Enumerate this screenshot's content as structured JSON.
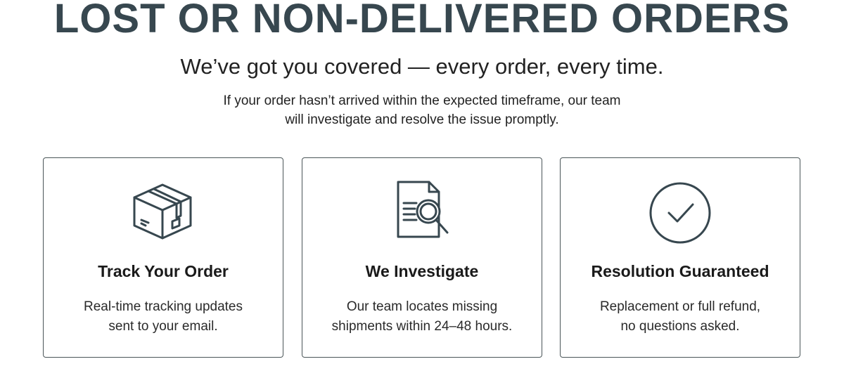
{
  "header": {
    "title": "LOST OR NON-DELIVERED ORDERS",
    "subtitle": "We’ve got you covered — every order, every time.",
    "intro_line1": "If your order hasn’t arrived within the expected timeframe, our team",
    "intro_line2": "will investigate and resolve the issue promptly."
  },
  "cards": [
    {
      "icon": "package-box-icon",
      "title": "Track Your Order",
      "line1": "Real-time tracking updates",
      "line2": "sent to your email."
    },
    {
      "icon": "document-search-icon",
      "title": "We Investigate",
      "line1": "Our team locates missing",
      "line2": "shipments within 24–48 hours."
    },
    {
      "icon": "checkmark-circle-icon",
      "title": "Resolution Guaranteed",
      "line1": "Replacement or full refund,",
      "line2": "no questions asked."
    }
  ],
  "colors": {
    "accent": "#37474f",
    "border": "#4a5558"
  }
}
